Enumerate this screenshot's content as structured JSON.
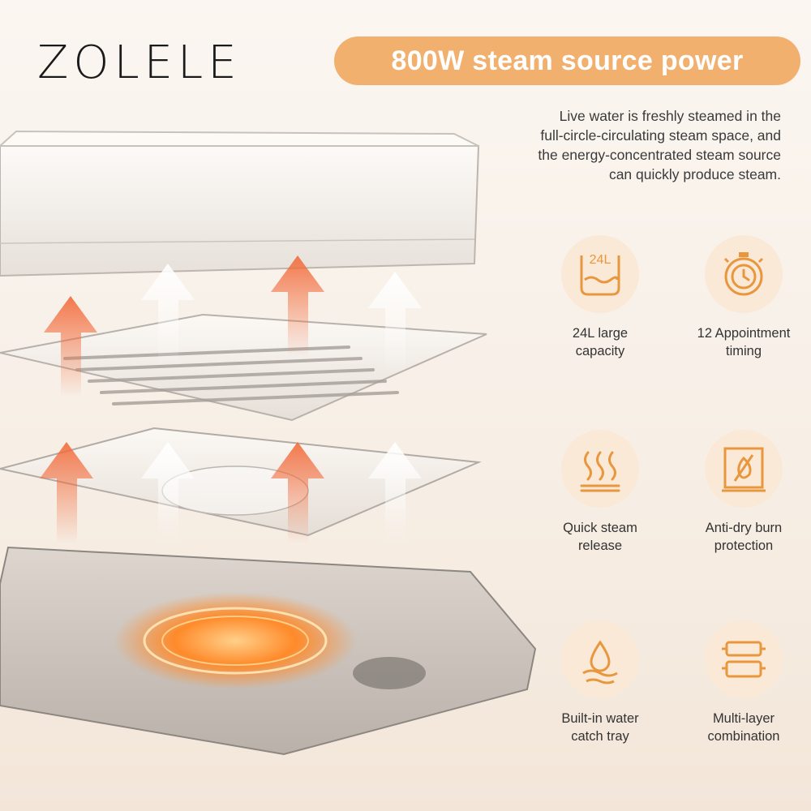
{
  "brand": {
    "logo_text": "ZOLELE"
  },
  "headline": "800W steam source power",
  "description": [
    "Live water is freshly steamed in the",
    "full-circle-circulating steam space, and",
    "the energy-concentrated steam source",
    "can quickly produce steam."
  ],
  "features": [
    {
      "icon": "capacity-pot-icon",
      "icon_text": "24L",
      "lines": [
        "24L large",
        "capacity"
      ]
    },
    {
      "icon": "stopwatch-icon",
      "lines": [
        "12 Appointment",
        "timing"
      ]
    },
    {
      "icon": "steam-waves-icon",
      "lines": [
        "Quick steam",
        "release"
      ]
    },
    {
      "icon": "anti-dry-burn-icon",
      "lines": [
        "Anti-dry burn",
        "protection"
      ]
    },
    {
      "icon": "water-drop-tray-icon",
      "lines": [
        "Built-in water",
        "catch tray"
      ]
    },
    {
      "icon": "stacked-layers-icon",
      "lines": [
        "Multi-layer",
        "combination"
      ]
    }
  ],
  "colors": {
    "accent": "#f2b06e",
    "icon_stroke": "#e9973f",
    "icon_bg": "#fbe9d7",
    "arrow_orange": "#f26a3a",
    "heating_glow": "#ff8a2a"
  }
}
